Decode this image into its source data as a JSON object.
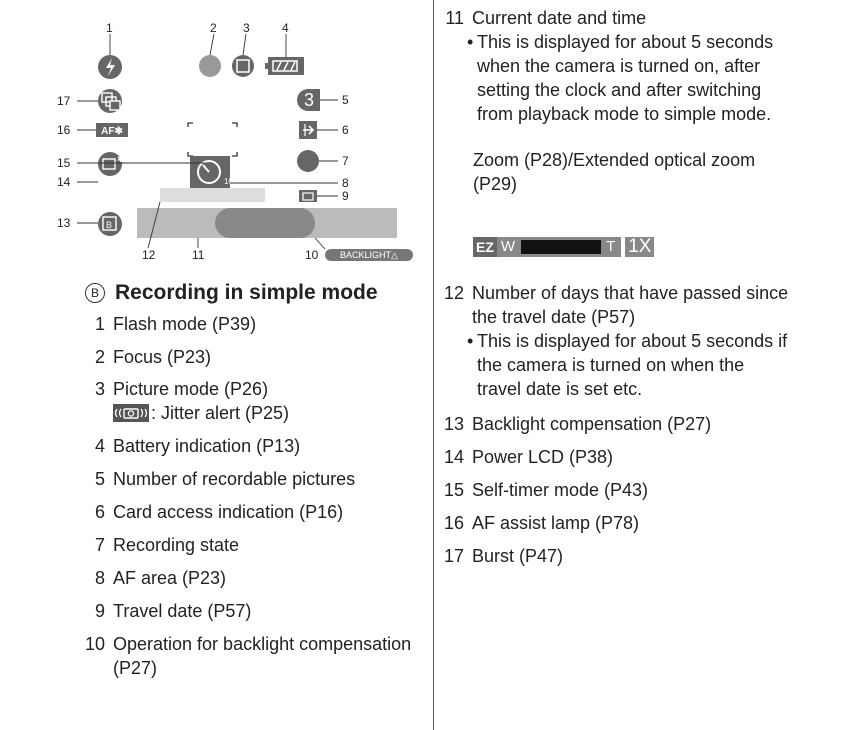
{
  "diagram": {
    "callouts": [
      "1",
      "2",
      "3",
      "4",
      "5",
      "6",
      "7",
      "8",
      "9",
      "10",
      "11",
      "12",
      "13",
      "14",
      "15",
      "16",
      "17"
    ],
    "shots_remaining": "3",
    "af_assist_label": "AF✱",
    "timer_sub": "10",
    "backlight_label": "BACKLIGHT△"
  },
  "heading": {
    "marker": "B",
    "title": "Recording in simple mode"
  },
  "left_items": [
    {
      "num": "1",
      "text": "Flash mode (P39)"
    },
    {
      "num": "2",
      "text": "Focus (P23)"
    },
    {
      "num": "3",
      "text": "Picture mode (P26)"
    },
    {
      "num": "4",
      "text": "Battery indication (P13)"
    },
    {
      "num": "5",
      "text": "Number of recordable pictures"
    },
    {
      "num": "6",
      "text": "Card access indication (P16)"
    },
    {
      "num": "7",
      "text": "Recording state"
    },
    {
      "num": "8",
      "text": "AF area (P23)"
    },
    {
      "num": "9",
      "text": "Travel date (P57)"
    },
    {
      "num": "10",
      "text": "Operation for backlight compensation"
    }
  ],
  "item3_sub": ": Jitter alert (P25)",
  "item10_cont": "(P27)",
  "right": {
    "item11": {
      "num": "11",
      "text": "Current date and time"
    },
    "item11_bullet": [
      "This is displayed for about 5 seconds",
      "when the camera is turned on, after",
      "setting the clock and after switching",
      "from playback mode to simple mode."
    ],
    "zoom_line1": "Zoom (P28)/Extended optical zoom",
    "zoom_line2": "(P29)",
    "zoom_ez": "EZ",
    "zoom_w": "W",
    "zoom_t": "T",
    "zoom_value": "1X",
    "item12": {
      "num": "12",
      "text": "Number of days that have passed since"
    },
    "item12_cont": "the travel date (P57)",
    "item12_bullet": [
      "This is displayed for about 5 seconds if",
      "the camera is turned on when the",
      "travel date is set etc."
    ],
    "items": [
      {
        "num": "13",
        "text": "Backlight compensation (P27)"
      },
      {
        "num": "14",
        "text": "Power LCD (P38)"
      },
      {
        "num": "15",
        "text": "Self-timer mode (P43)"
      },
      {
        "num": "16",
        "text": "AF assist lamp (P78)"
      },
      {
        "num": "17",
        "text": "Burst (P47)"
      }
    ]
  }
}
